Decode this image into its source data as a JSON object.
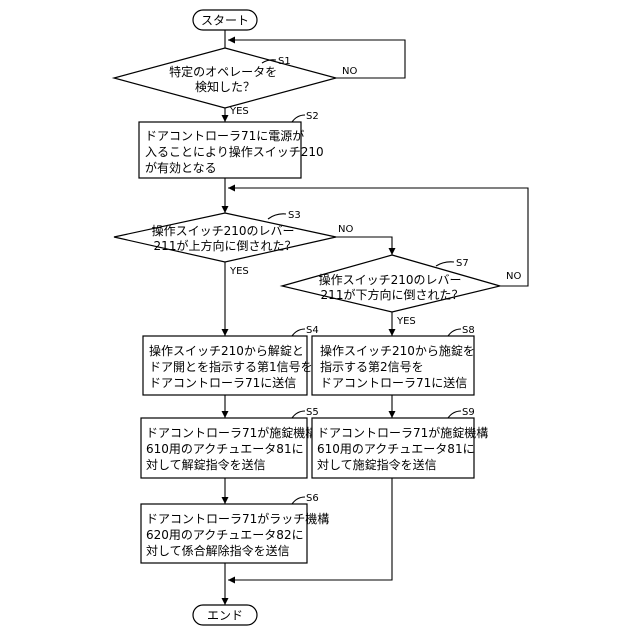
{
  "start": "スタート",
  "end": "エンド",
  "s1": {
    "step": "S1",
    "lines": [
      "特定のオペレータを",
      "検知した？"
    ],
    "yes": "YES",
    "no": "NO"
  },
  "s2": {
    "step": "S2",
    "lines": [
      "ドアコントローラ71に電源が",
      "入ることにより操作スイッチ210",
      "が有効となる"
    ]
  },
  "s3": {
    "step": "S3",
    "lines": [
      "操作スイッチ210のレバー",
      "211が上方向に倒された？"
    ],
    "yes": "YES",
    "no": "NO"
  },
  "s7": {
    "step": "S7",
    "lines": [
      "操作スイッチ210のレバー",
      "211が下方向に倒された？"
    ],
    "yes": "YES",
    "no": "NO"
  },
  "s4": {
    "step": "S4",
    "lines": [
      "操作スイッチ210から解錠と",
      "ドア開とを指示する第1信号を",
      "ドアコントローラ71に送信"
    ]
  },
  "s8": {
    "step": "S8",
    "lines": [
      "操作スイッチ210から施錠を",
      "指示する第2信号を",
      "ドアコントローラ71に送信"
    ]
  },
  "s5": {
    "step": "S5",
    "lines": [
      "ドアコントローラ71が施錠機構",
      "610用のアクチュエータ81に",
      "対して解錠指令を送信"
    ]
  },
  "s9": {
    "step": "S9",
    "lines": [
      "ドアコントローラ71が施錠機構",
      "610用のアクチュエータ81に",
      "対して施錠指令を送信"
    ]
  },
  "s6": {
    "step": "S6",
    "lines": [
      "ドアコントローラ71がラッチ機構",
      "620用のアクチュエータ82に",
      "対して係合解除指令を送信"
    ]
  }
}
